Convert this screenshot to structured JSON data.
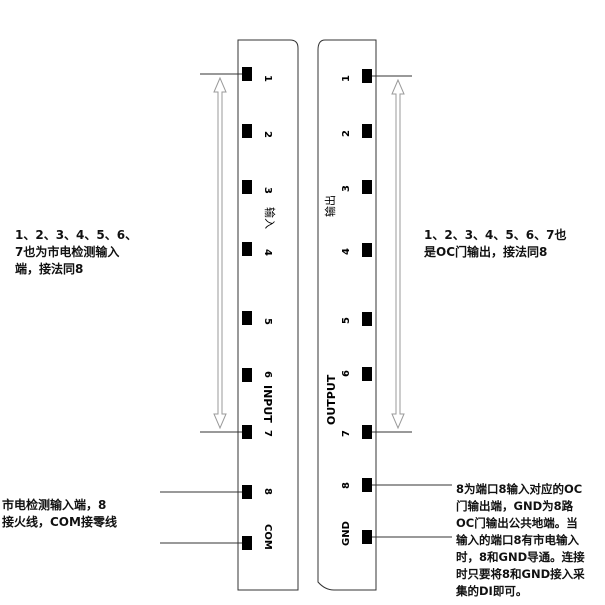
{
  "left_block": {
    "pins": [
      "1",
      "2",
      "3",
      "4",
      "5",
      "6",
      "7",
      "8",
      "COM"
    ],
    "label_en": "INPUT",
    "label_cn": "输入"
  },
  "right_block": {
    "pins": [
      "1",
      "2",
      "3",
      "4",
      "5",
      "6",
      "7",
      "8",
      "GND"
    ],
    "label_en": "OUTPUT",
    "label_cn": "输出"
  },
  "notes": {
    "left_top": "1、2、3、4、5、6、\n7也为市电检测输入\n端，接法同8",
    "left_bottom": "市电检测输入端，8\n接火线，COM接零线",
    "right_top": "1、2、3、4、5、6、7也\n是OC门输出，接法同8",
    "right_bottom": "8为端口8输入对应的OC\n门输出端，GND为8路\nOC门输出公共地端。当\n输入的端口8有市电输入\n时，8和GND导通。连接\n时只要将8和GND接入采\n集的DI即可。"
  },
  "colors": {
    "line": "#333333",
    "arrow": "#9a9a9a",
    "pin": "#000000"
  }
}
